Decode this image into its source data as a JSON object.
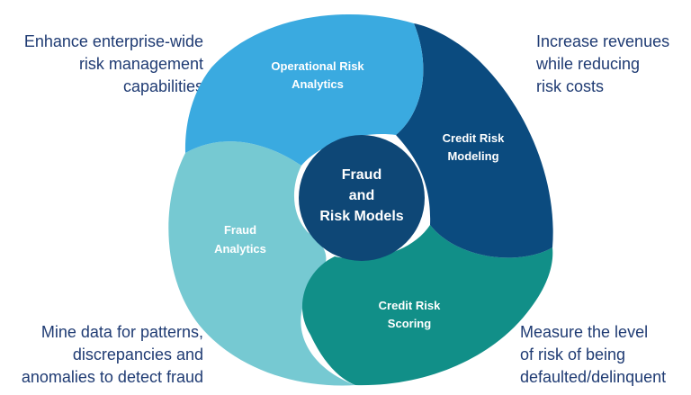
{
  "colors": {
    "operational": "#3aaae0",
    "credit_modeling": "#0b4b7f",
    "credit_scoring": "#118f88",
    "fraud_analytics": "#76c9d2",
    "center": "#0e4776",
    "corner_text": "#1f3b73"
  },
  "center": {
    "line1": "Fraud",
    "line2": "and",
    "line3": "Risk Models"
  },
  "segments": {
    "operational": {
      "line1": "Operational Risk",
      "line2": "Analytics"
    },
    "credit_modeling": {
      "line1": "Credit Risk",
      "line2": "Modeling"
    },
    "credit_scoring": {
      "line1": "Credit Risk",
      "line2": "Scoring"
    },
    "fraud_analytics": {
      "line1": "Fraud",
      "line2": "Analytics"
    }
  },
  "benefits": {
    "top_left": "Enhance enterprise-wide\nrisk management\ncapabilities",
    "top_right": "Increase revenues\nwhile reducing\nrisk costs",
    "bottom_left": "Mine data for patterns,\ndiscrepancies and\nanomalies to detect fraud",
    "bottom_right": "Measure the level\nof risk of being\ndefaulted/delinquent"
  }
}
